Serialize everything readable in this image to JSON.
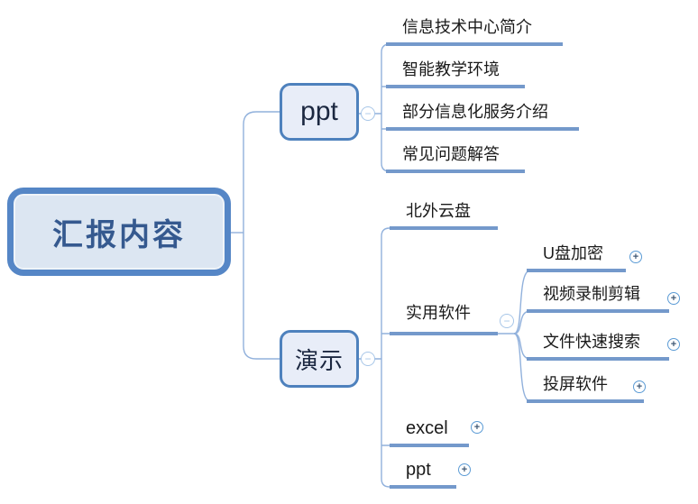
{
  "root": {
    "label": "汇报内容"
  },
  "branches": [
    {
      "label": "ppt",
      "state": "expanded",
      "children": [
        {
          "label": "信息技术中心简介"
        },
        {
          "label": "智能教学环境"
        },
        {
          "label": "部分信息化服务介绍"
        },
        {
          "label": "常见问题解答"
        }
      ]
    },
    {
      "label": "演示",
      "state": "expanded",
      "children": [
        {
          "label": "北外云盘"
        },
        {
          "label": "实用软件",
          "state": "expanded",
          "children": [
            {
              "label": "U盘加密",
              "state": "collapsed"
            },
            {
              "label": "视频录制剪辑",
              "state": "collapsed"
            },
            {
              "label": "文件快速搜索",
              "state": "collapsed"
            },
            {
              "label": "投屏软件",
              "state": "collapsed"
            }
          ]
        },
        {
          "label": "excel",
          "state": "collapsed"
        },
        {
          "label": "ppt",
          "state": "collapsed"
        }
      ]
    }
  ],
  "icons": {
    "collapse": "−",
    "expand": "+"
  },
  "colors": {
    "node_border": "#4e81bd",
    "root_fill": "#dce6f2",
    "branch_fill": "#e8edf8",
    "root_text": "#35598f",
    "leaf_text": "#1a1a1a",
    "underline": "#7499cb",
    "connector": "#91b1dc",
    "collapse_icon": "#a7c6e8",
    "expand_icon": "#5b9bd5"
  }
}
